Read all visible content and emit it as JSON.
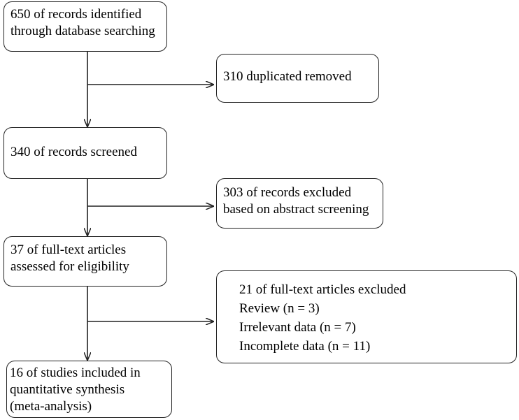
{
  "flow": {
    "identified": {
      "lines": [
        "650 of records identified",
        "through database searching"
      ]
    },
    "screened": {
      "lines": [
        "340 of records screened"
      ]
    },
    "eligibility": {
      "lines": [
        "37 of full-text articles",
        "assessed for eligibility"
      ]
    },
    "included": {
      "lines": [
        "16 of studies included in",
        "quantitative synthesis",
        "(meta-analysis)"
      ]
    }
  },
  "exclusions": {
    "duplicates": {
      "lines": [
        "310 duplicated removed"
      ]
    },
    "abstract": {
      "lines": [
        "303 of records excluded",
        "based on abstract screening"
      ]
    },
    "fulltext": {
      "title": "21 of full-text articles excluded",
      "reasons": [
        "Review (n = 3)",
        "Irrelevant data (n = 7)",
        "Incomplete data (n = 11)"
      ]
    }
  }
}
